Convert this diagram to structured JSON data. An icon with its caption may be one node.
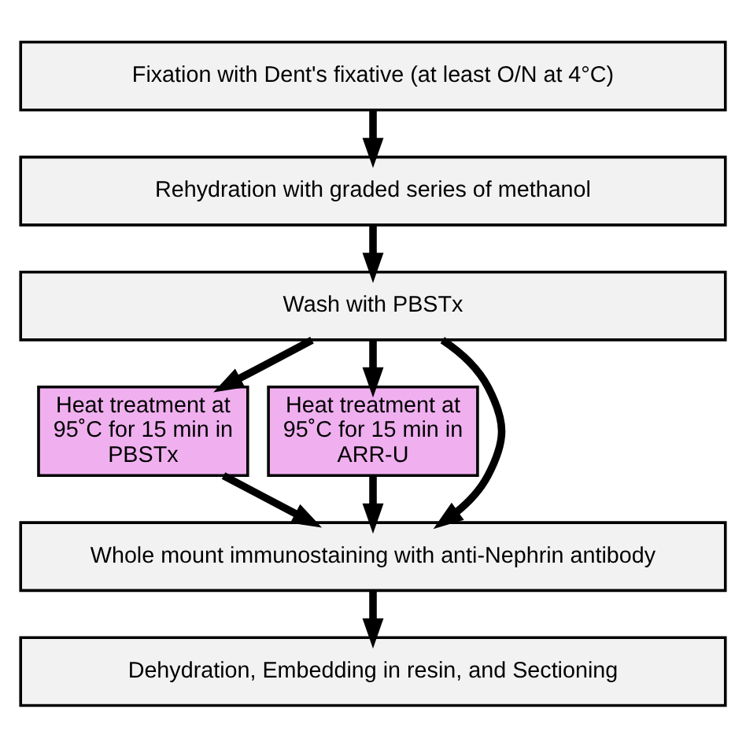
{
  "diagram": {
    "nodes": [
      {
        "text": [
          "Fixation with Dent's fixative (at least O/N at 4°C)"
        ]
      },
      {
        "text": [
          "Rehydration with graded series of methanol"
        ]
      },
      {
        "text": [
          "Wash with PBSTx"
        ]
      },
      {
        "text": [
          "Heat treatment at 95˚C for 15 min in PBSTx"
        ]
      },
      {
        "text": [
          "Heat treatment at 95˚C for 15 min in ARR-U"
        ]
      },
      {
        "text": [
          "Whole mount immunostaining with anti-Nephrin antibody"
        ]
      },
      {
        "text": [
          "Dehydration, Embedding in resin, and Sectioning"
        ]
      }
    ],
    "edges": [
      {
        "from": 0,
        "to": 1,
        "arrow": "to"
      },
      {
        "from": 1,
        "to": 2,
        "arrow": "to"
      },
      {
        "from": 2,
        "to": 5,
        "arrow": "to"
      },
      {
        "from": 2,
        "to": 3,
        "arrow": "to"
      },
      {
        "from": 2,
        "to": 4,
        "arrow": "to"
      },
      {
        "from": 3,
        "to": 5,
        "arrow": "to"
      },
      {
        "from": 4,
        "to": 5,
        "arrow": "to"
      },
      {
        "from": 5,
        "to": 6,
        "arrow": "to"
      }
    ]
  }
}
